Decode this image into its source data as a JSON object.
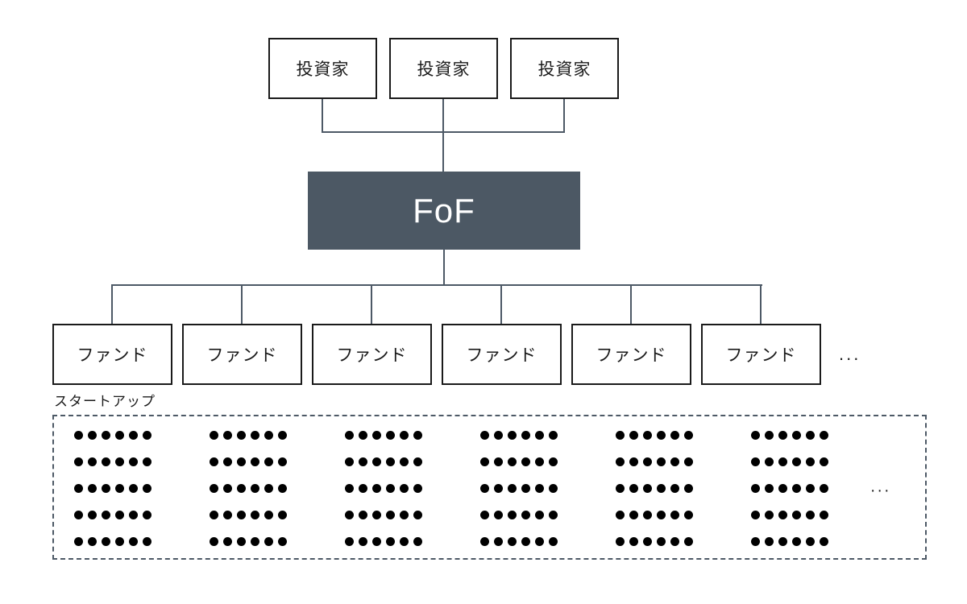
{
  "diagram": {
    "title_hint": "fund-of-funds-structure",
    "investors": {
      "items": [
        "投資家",
        "投資家",
        "投資家"
      ]
    },
    "fof": {
      "label": "FoF",
      "fill": "#4C5864",
      "text_color": "#FFFFFF"
    },
    "funds": {
      "items": [
        "ファンド",
        "ファンド",
        "ファンド",
        "ファンド",
        "ファンド",
        "ファンド"
      ],
      "ellipsis": "..."
    },
    "startups": {
      "label": "スタートアップ",
      "ellipsis": "...",
      "cluster_count": 6,
      "rows_per_cluster": 5,
      "dots_per_row": 6,
      "dot_color": "#000000"
    },
    "colors": {
      "background": "#FFFFFF",
      "connector": "#4D5966",
      "box_border": "#1A1A1A",
      "text": "#1A1A1A"
    }
  }
}
